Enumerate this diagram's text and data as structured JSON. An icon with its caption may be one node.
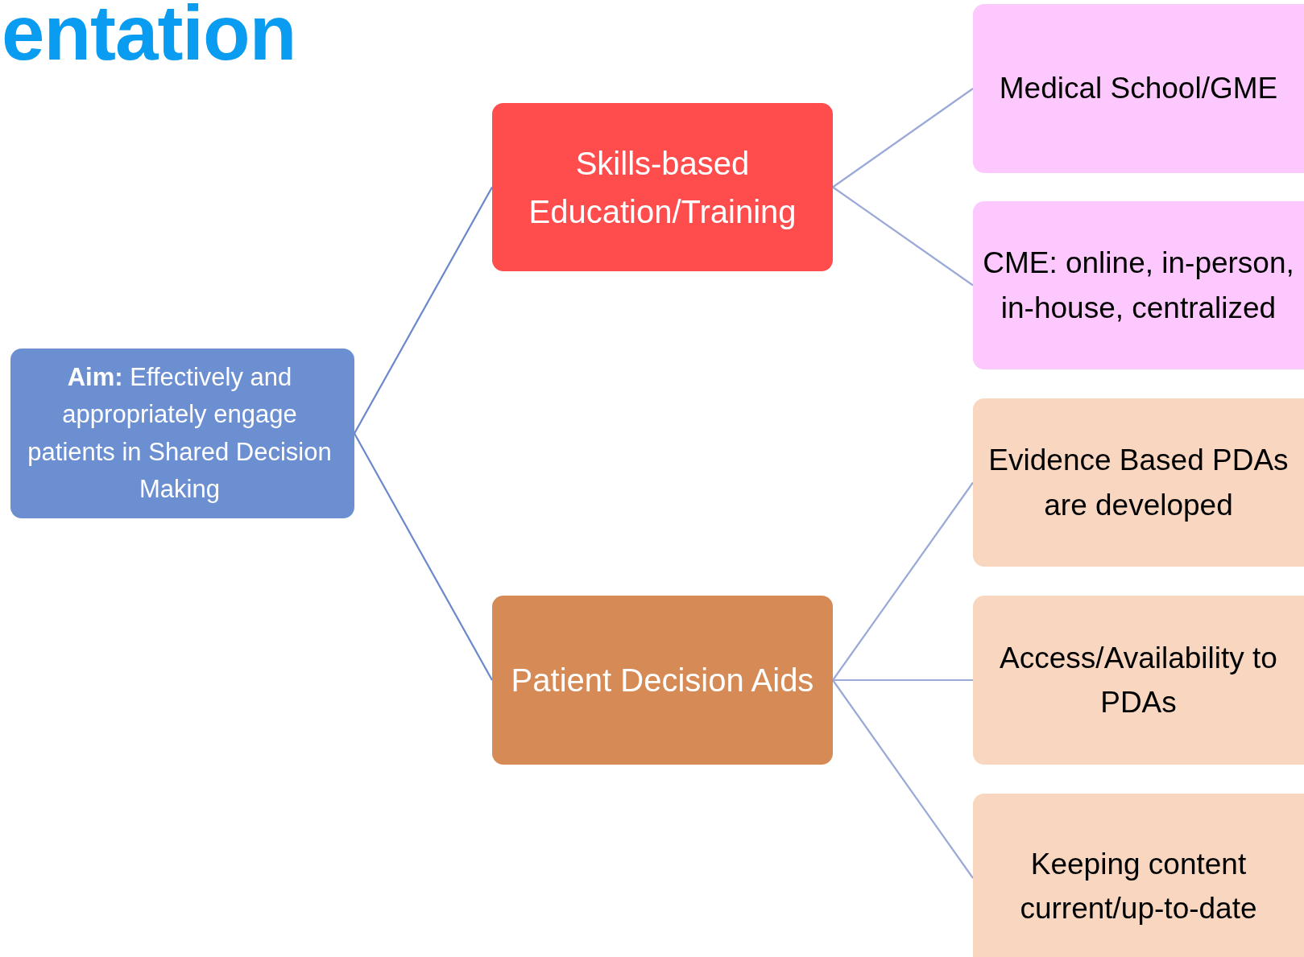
{
  "diagram": {
    "title": "entation",
    "nodes": [
      {
        "text": [
          "**Aim:** Effectively and appropriately engage patients in Shared Decision Making"
        ]
      },
      {
        "text": [
          "Skills-based Education/Training"
        ]
      },
      {
        "text": [
          "Patient Decision Aids"
        ]
      },
      {
        "text": [
          "Medical School/GME"
        ]
      },
      {
        "text": [
          "CME: online, in-person, in-house, centralized"
        ]
      },
      {
        "text": [
          "Evidence Based PDAs are developed"
        ]
      },
      {
        "text": [
          "Access/Availability to PDAs"
        ]
      },
      {
        "text": [
          "Keeping content current/up-to-date"
        ]
      }
    ],
    "edges": [
      {
        "from": 0,
        "to": 1,
        "arrow": "none",
        "color": "#6b87cc"
      },
      {
        "from": 0,
        "to": 2,
        "arrow": "none",
        "color": "#6b87cc"
      },
      {
        "from": 1,
        "to": 3,
        "arrow": "none"
      },
      {
        "from": 1,
        "to": 4,
        "arrow": "none"
      },
      {
        "from": 2,
        "to": 5,
        "arrow": "none"
      },
      {
        "from": 2,
        "to": 6,
        "arrow": "none"
      },
      {
        "from": 2,
        "to": 7,
        "arrow": "none"
      }
    ]
  }
}
